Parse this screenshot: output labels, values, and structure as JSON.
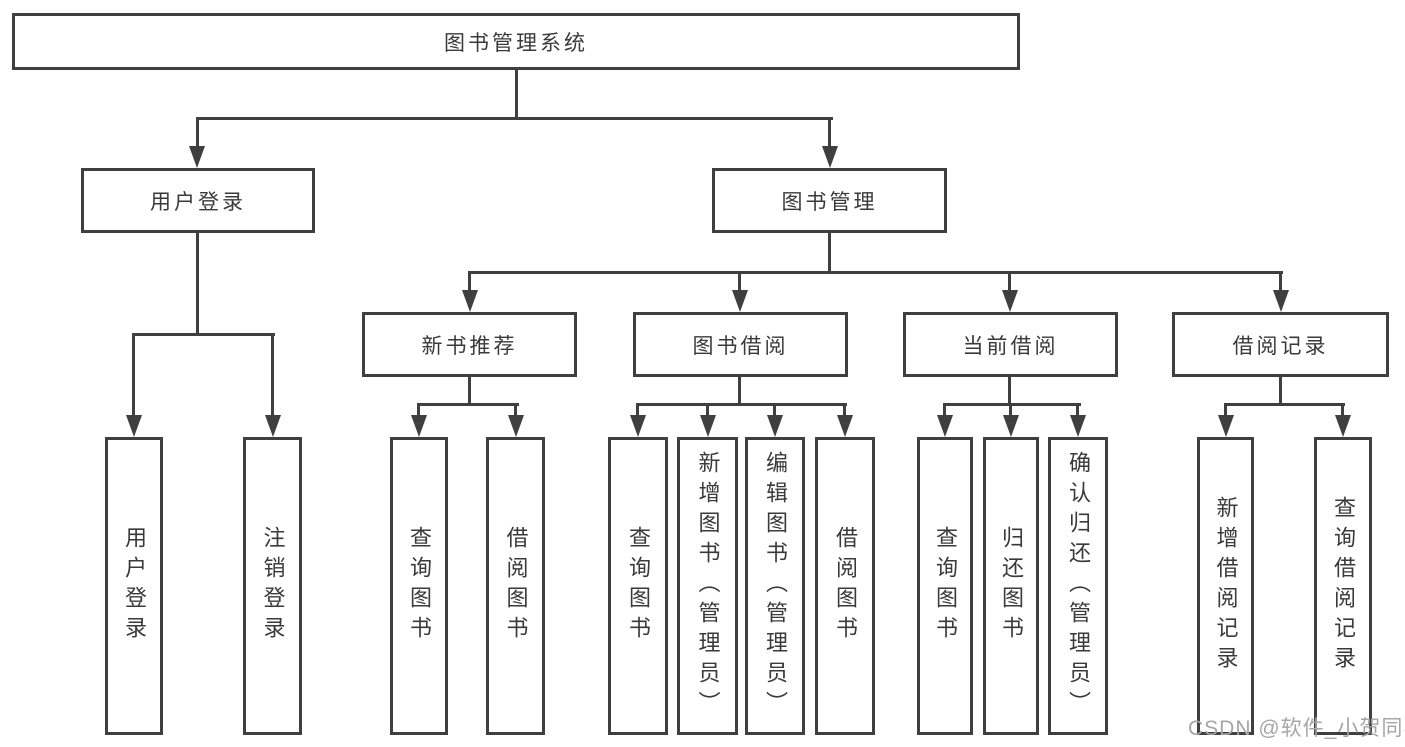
{
  "colors": {
    "line": "#3f3f3f",
    "text": "#3a3a3a",
    "background": "#ffffff",
    "watermark": "#a6a6a6"
  },
  "watermark": {
    "text": "CSDN @软件_小贺同学"
  },
  "tree": {
    "label": "图书管理系统",
    "children": [
      {
        "label": "用户登录",
        "children": [
          {
            "label": "用户登录"
          },
          {
            "label": "注销登录"
          }
        ]
      },
      {
        "label": "图书管理",
        "children": [
          {
            "label": "新书推荐",
            "children": [
              {
                "label": "查询图书"
              },
              {
                "label": "借阅图书"
              }
            ]
          },
          {
            "label": "图书借阅",
            "children": [
              {
                "label": "查询图书"
              },
              {
                "label": "新增图书（管理员）"
              },
              {
                "label": "编辑图书（管理员）"
              },
              {
                "label": "借阅图书"
              }
            ]
          },
          {
            "label": "当前借阅",
            "children": [
              {
                "label": "查询图书"
              },
              {
                "label": "归还图书"
              },
              {
                "label": "确认归还（管理员）"
              }
            ]
          },
          {
            "label": "借阅记录",
            "children": [
              {
                "label": "新增借阅记录"
              },
              {
                "label": "查询借阅记录"
              }
            ]
          }
        ]
      }
    ]
  }
}
